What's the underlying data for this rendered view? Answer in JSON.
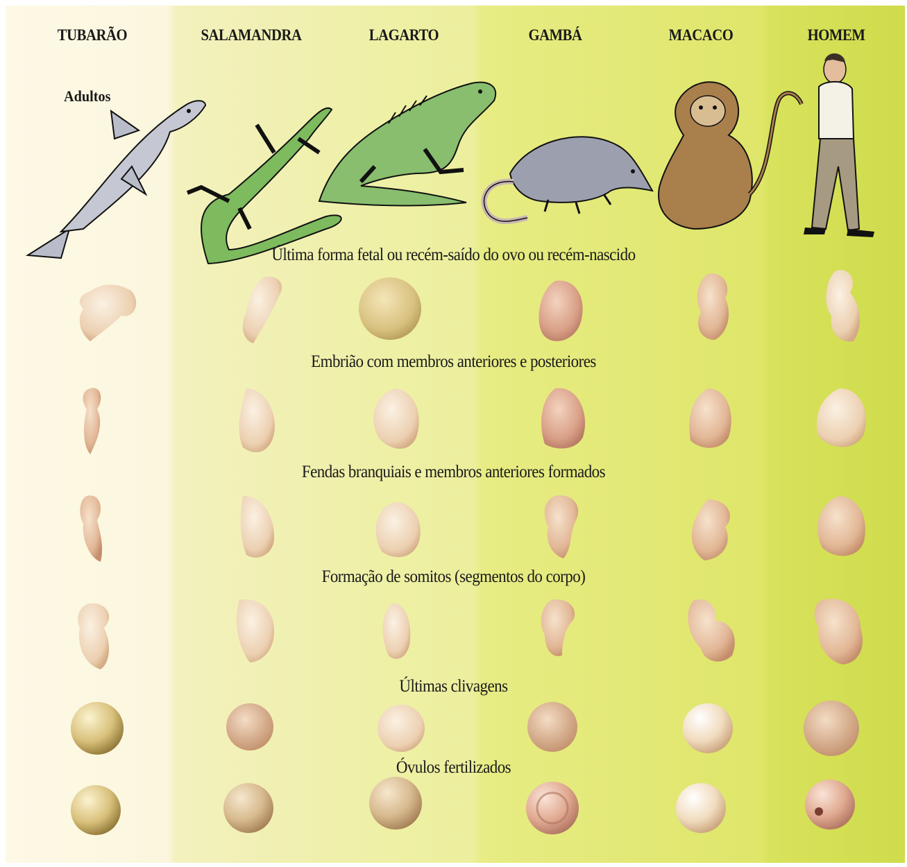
{
  "species": [
    "TUBARÃO",
    "SALAMANDRA",
    "LAGARTO",
    "GAMBÁ",
    "MACACO",
    "HOMEM"
  ],
  "adults_label": "Adultos",
  "stages": [
    "Última forma fetal ou recém-saído do ovo ou recém-nascido",
    "Embrião com membros anteriores e posteriores",
    "Fendas branquiais e membros anteriores formados",
    "Formação de somitos (segmentos do corpo)",
    "Últimas clivagens",
    "Óvulos fertilizados"
  ],
  "colors": {
    "column_backgrounds": [
      "#fbf6dd",
      "#f2f0b8",
      "#ecef9c",
      "#e6ec80",
      "#dde566",
      "#d3df52"
    ],
    "shark": "#c5c8d3",
    "salamander": "#7dbb5e",
    "lizard": "#88be6e",
    "opossum": "#9c9fae",
    "monkey": "#a97f4c",
    "embryo_tone": "#e2b796"
  },
  "illustrations": [
    "shark-adult",
    "salamander-adult",
    "lizard-adult",
    "opossum-adult",
    "monkey-adult",
    "human-adult"
  ]
}
